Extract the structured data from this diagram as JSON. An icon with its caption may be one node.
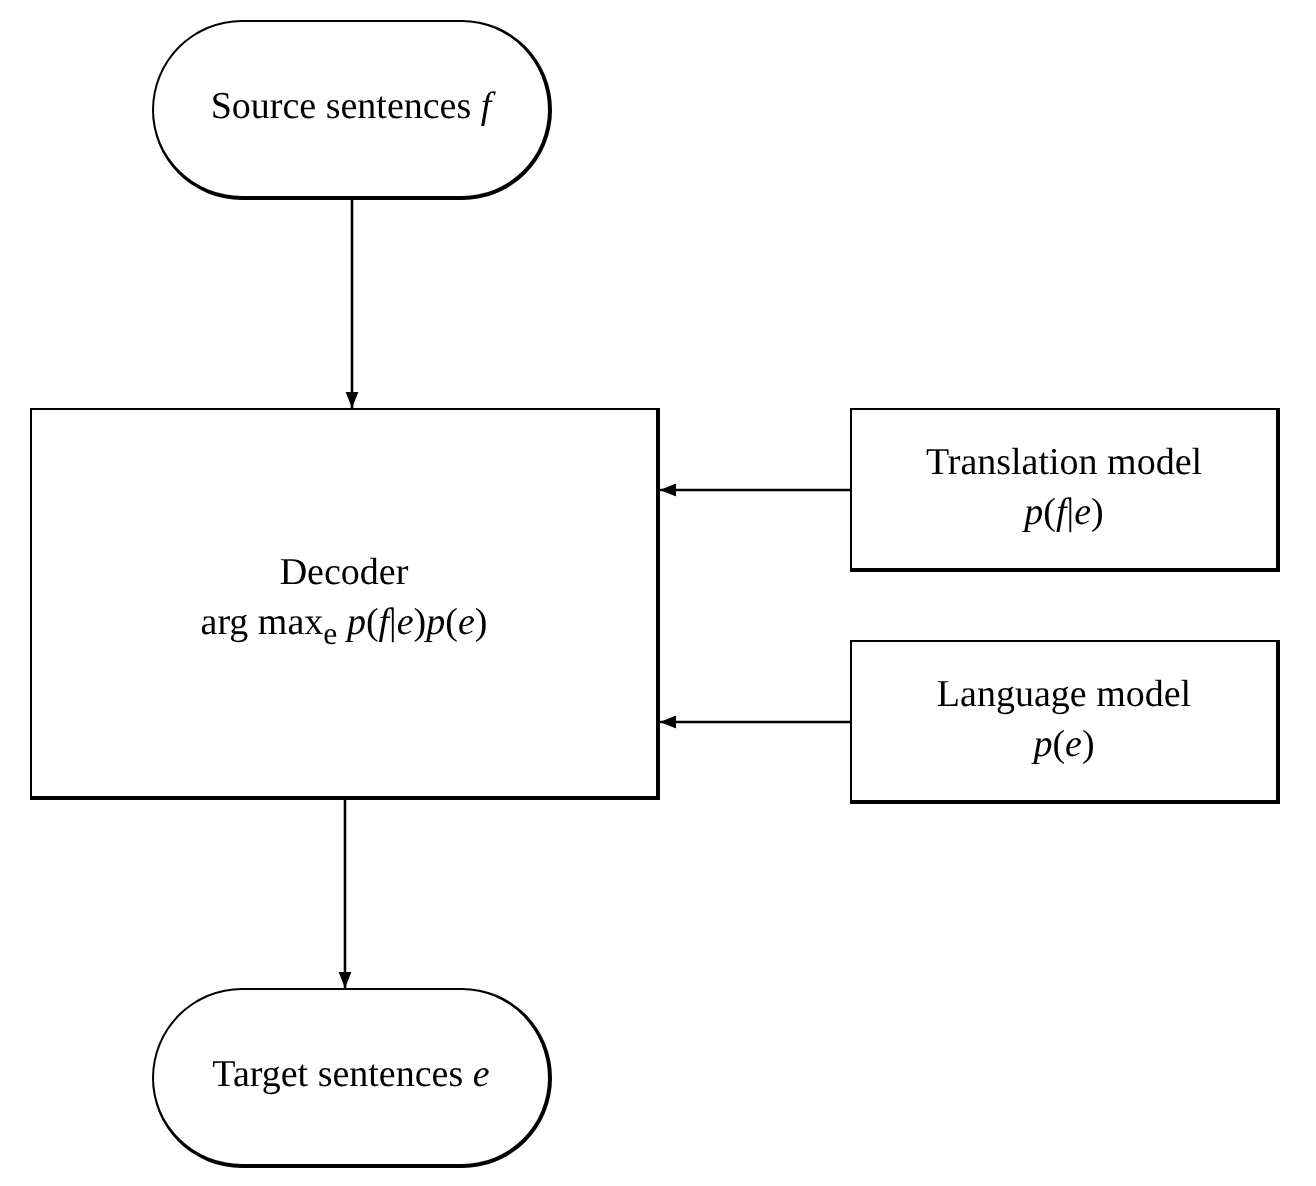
{
  "diagram": {
    "nodes": [
      {
        "text": [
          "Source sentences *f*"
        ]
      },
      {
        "text": [
          "Decoder",
          "arg max$_{e}$ *p*(*f*|*e*)*p*(*e*)"
        ]
      },
      {
        "text": [
          "Translation model",
          "*p*(*f*|*e*)"
        ]
      },
      {
        "text": [
          "Language model",
          "*p*(*e*)"
        ]
      },
      {
        "text": [
          "Target sentences *e*"
        ]
      }
    ],
    "edges": [
      {
        "from": 0,
        "to": 1,
        "arrow": "to"
      },
      {
        "from": 2,
        "to": 1,
        "arrow": "to"
      },
      {
        "from": 3,
        "to": 1,
        "arrow": "to"
      },
      {
        "from": 1,
        "to": 4,
        "arrow": "to"
      }
    ]
  }
}
